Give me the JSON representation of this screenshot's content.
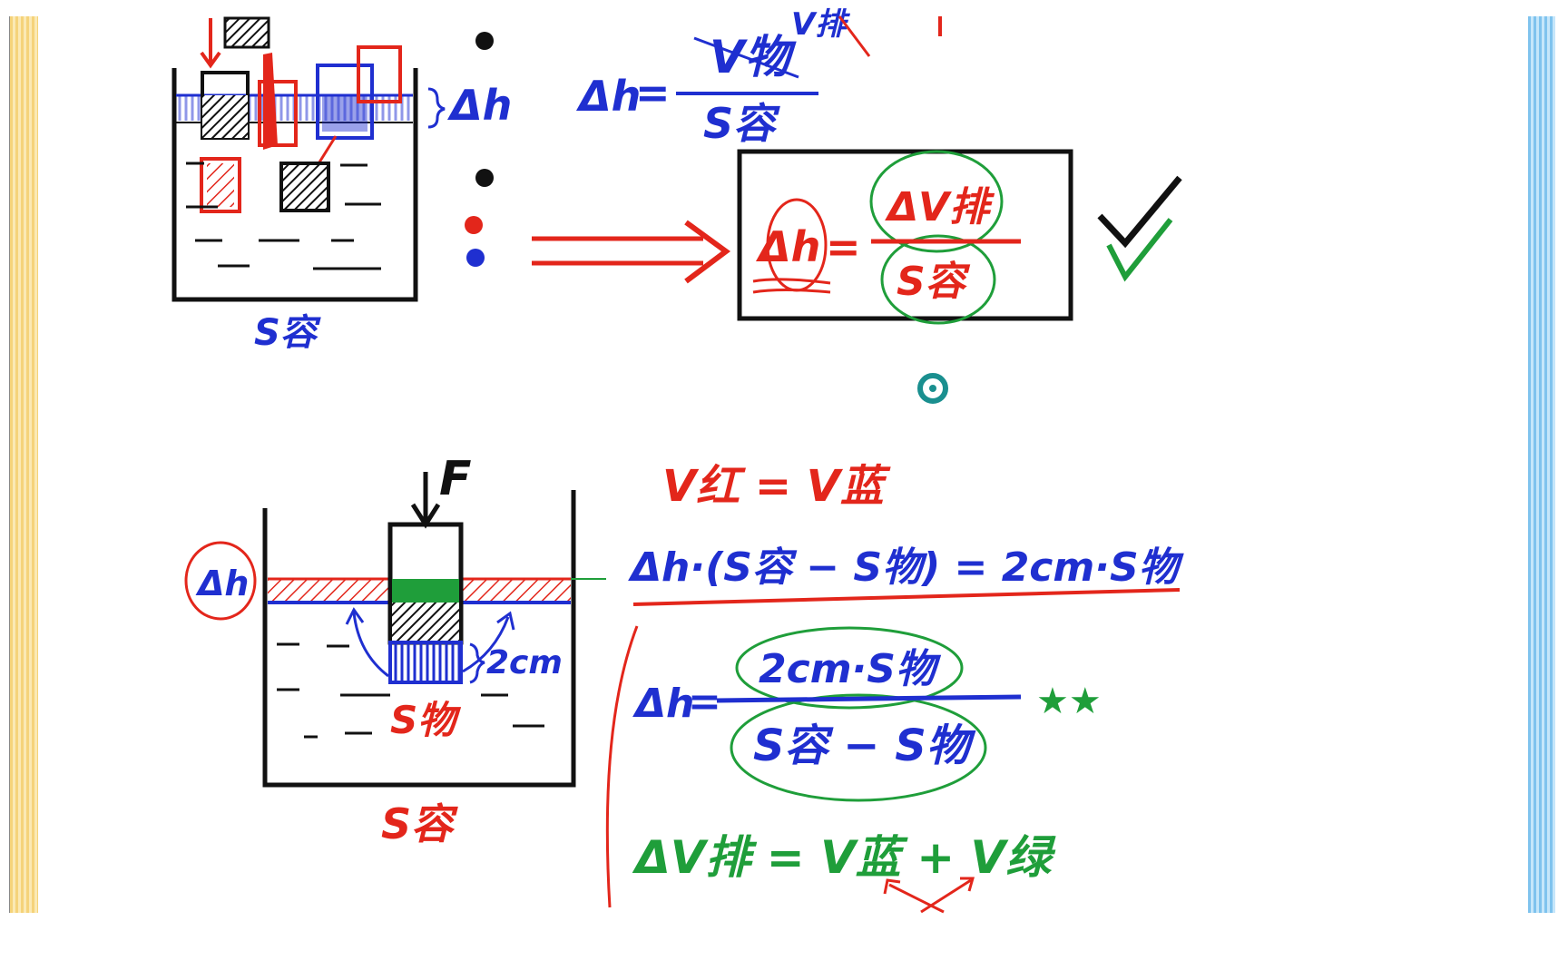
{
  "notes": {
    "top_left": {
      "dh_label": "Δh",
      "container_area": "S容"
    },
    "top_formula": {
      "lhs": "Δh",
      "numerator": "V物",
      "denominator": "S容",
      "crossed_top": "V排"
    },
    "boxed_formula": {
      "lhs": "Δh",
      "numerator": "ΔV排",
      "denominator": "S容"
    },
    "bottom_left": {
      "force": "F",
      "dh_label": "Δh",
      "depth_label": "2cm",
      "object_area": "S物",
      "container_area": "S容"
    },
    "bottom_formulas": {
      "v_equal": "V红 = V蓝",
      "equation": "Δh·(S容 − S物) = 2cm·S物",
      "solution_lhs": "Δh",
      "solution_num": "2cm·S物",
      "solution_den": "S容 − S物",
      "stars": "★★",
      "dv": "ΔV排 = V蓝 + V绿"
    }
  },
  "colors": {
    "red": "#e3261b",
    "blue": "#1f2fd0",
    "green": "#1f9e3a",
    "black": "#111111",
    "teal": "#1a8f8f"
  }
}
